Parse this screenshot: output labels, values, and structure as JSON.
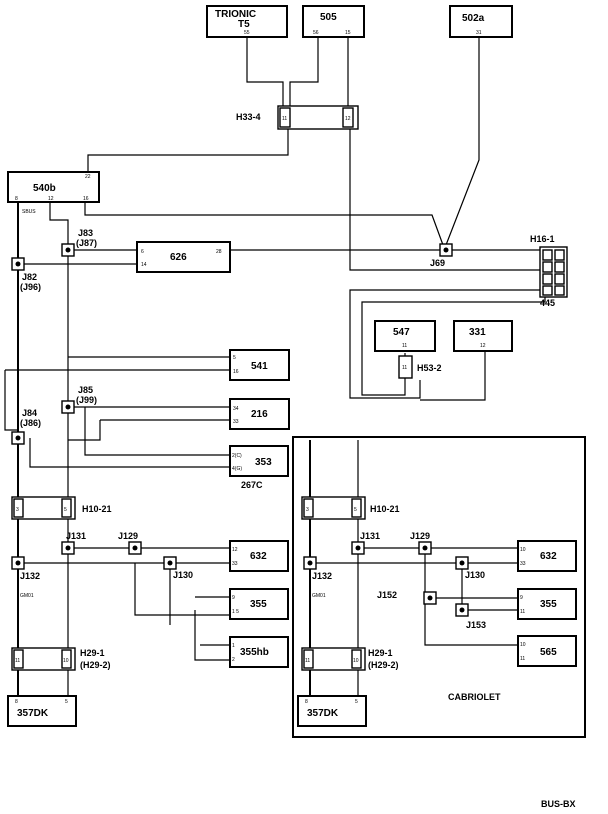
{
  "components": {
    "trionic": "TRIONIC",
    "trionic_t5": "T5",
    "c505": "505",
    "c502a": "502a",
    "c540b": "540b",
    "c626": "626",
    "c547": "547",
    "c331": "331",
    "c541": "541",
    "c216": "216",
    "c353": "353",
    "c267c": "267C",
    "c632_left": "632",
    "c355_left": "355",
    "c355hb": "355hb",
    "c357dk_left": "357DK",
    "c632_right": "632",
    "c355_right": "355",
    "c565": "565",
    "c357dk_right": "357DK"
  },
  "connectors": {
    "h33_4": "H33-4",
    "h16_1": "H16-1",
    "c445": "445",
    "h53_2": "H53-2",
    "h10_21_left": "H10-21",
    "h29_1_left": "H29-1",
    "h29_2_left": "(H29-2)",
    "h10_21_right": "H10-21",
    "h29_1_right": "H29-1",
    "h29_2_right": "(H29-2)"
  },
  "junctions": {
    "j83": "J83",
    "j87": "(J87)",
    "j82": "J82",
    "j96": "(J96)",
    "j69": "J69",
    "j85": "J85",
    "j99": "(J99)",
    "j84": "J84",
    "j86": "(J86)",
    "j131_left": "J131",
    "j129_left": "J129",
    "j132_left": "J132",
    "j130_left": "J130",
    "j131_right": "J131",
    "j129_right": "J129",
    "j132_right": "J132",
    "j130_right": "J130",
    "j152": "J152",
    "j153": "J153"
  },
  "pins": {
    "p55": "55",
    "p505a": "56",
    "p505b": "15",
    "p502a": "31",
    "h33a": "11",
    "h33b": "12",
    "p540a": "8",
    "p540b": "12",
    "p540c": "16",
    "p540d": "22",
    "p540e": "SBUS",
    "p626a": "6",
    "p626b": "14",
    "p626c": "28",
    "p547": "11",
    "p331": "12",
    "h53": "11",
    "p541a": "5",
    "p541b": "16",
    "p216a": "34",
    "p216b": "33",
    "p353a": "2(C)",
    "p353b": "4(G)",
    "p632a": "12",
    "p632b": "33",
    "p355a": "9",
    "p355b": "1 5",
    "p355hba": "1",
    "p355hbb": "2",
    "h10a": "3",
    "h10b": "5",
    "h29a": "11",
    "h29b": "10",
    "p357a": "8",
    "p357b": "5",
    "p565a": "10",
    "p565b": "11",
    "p355ra": "9",
    "p355rb": "11",
    "p632ra": "10",
    "p632rb": "33",
    "wire_label": "GM01"
  },
  "labels": {
    "cabriolet": "CABRIOLET",
    "code": "BUS-BX"
  }
}
